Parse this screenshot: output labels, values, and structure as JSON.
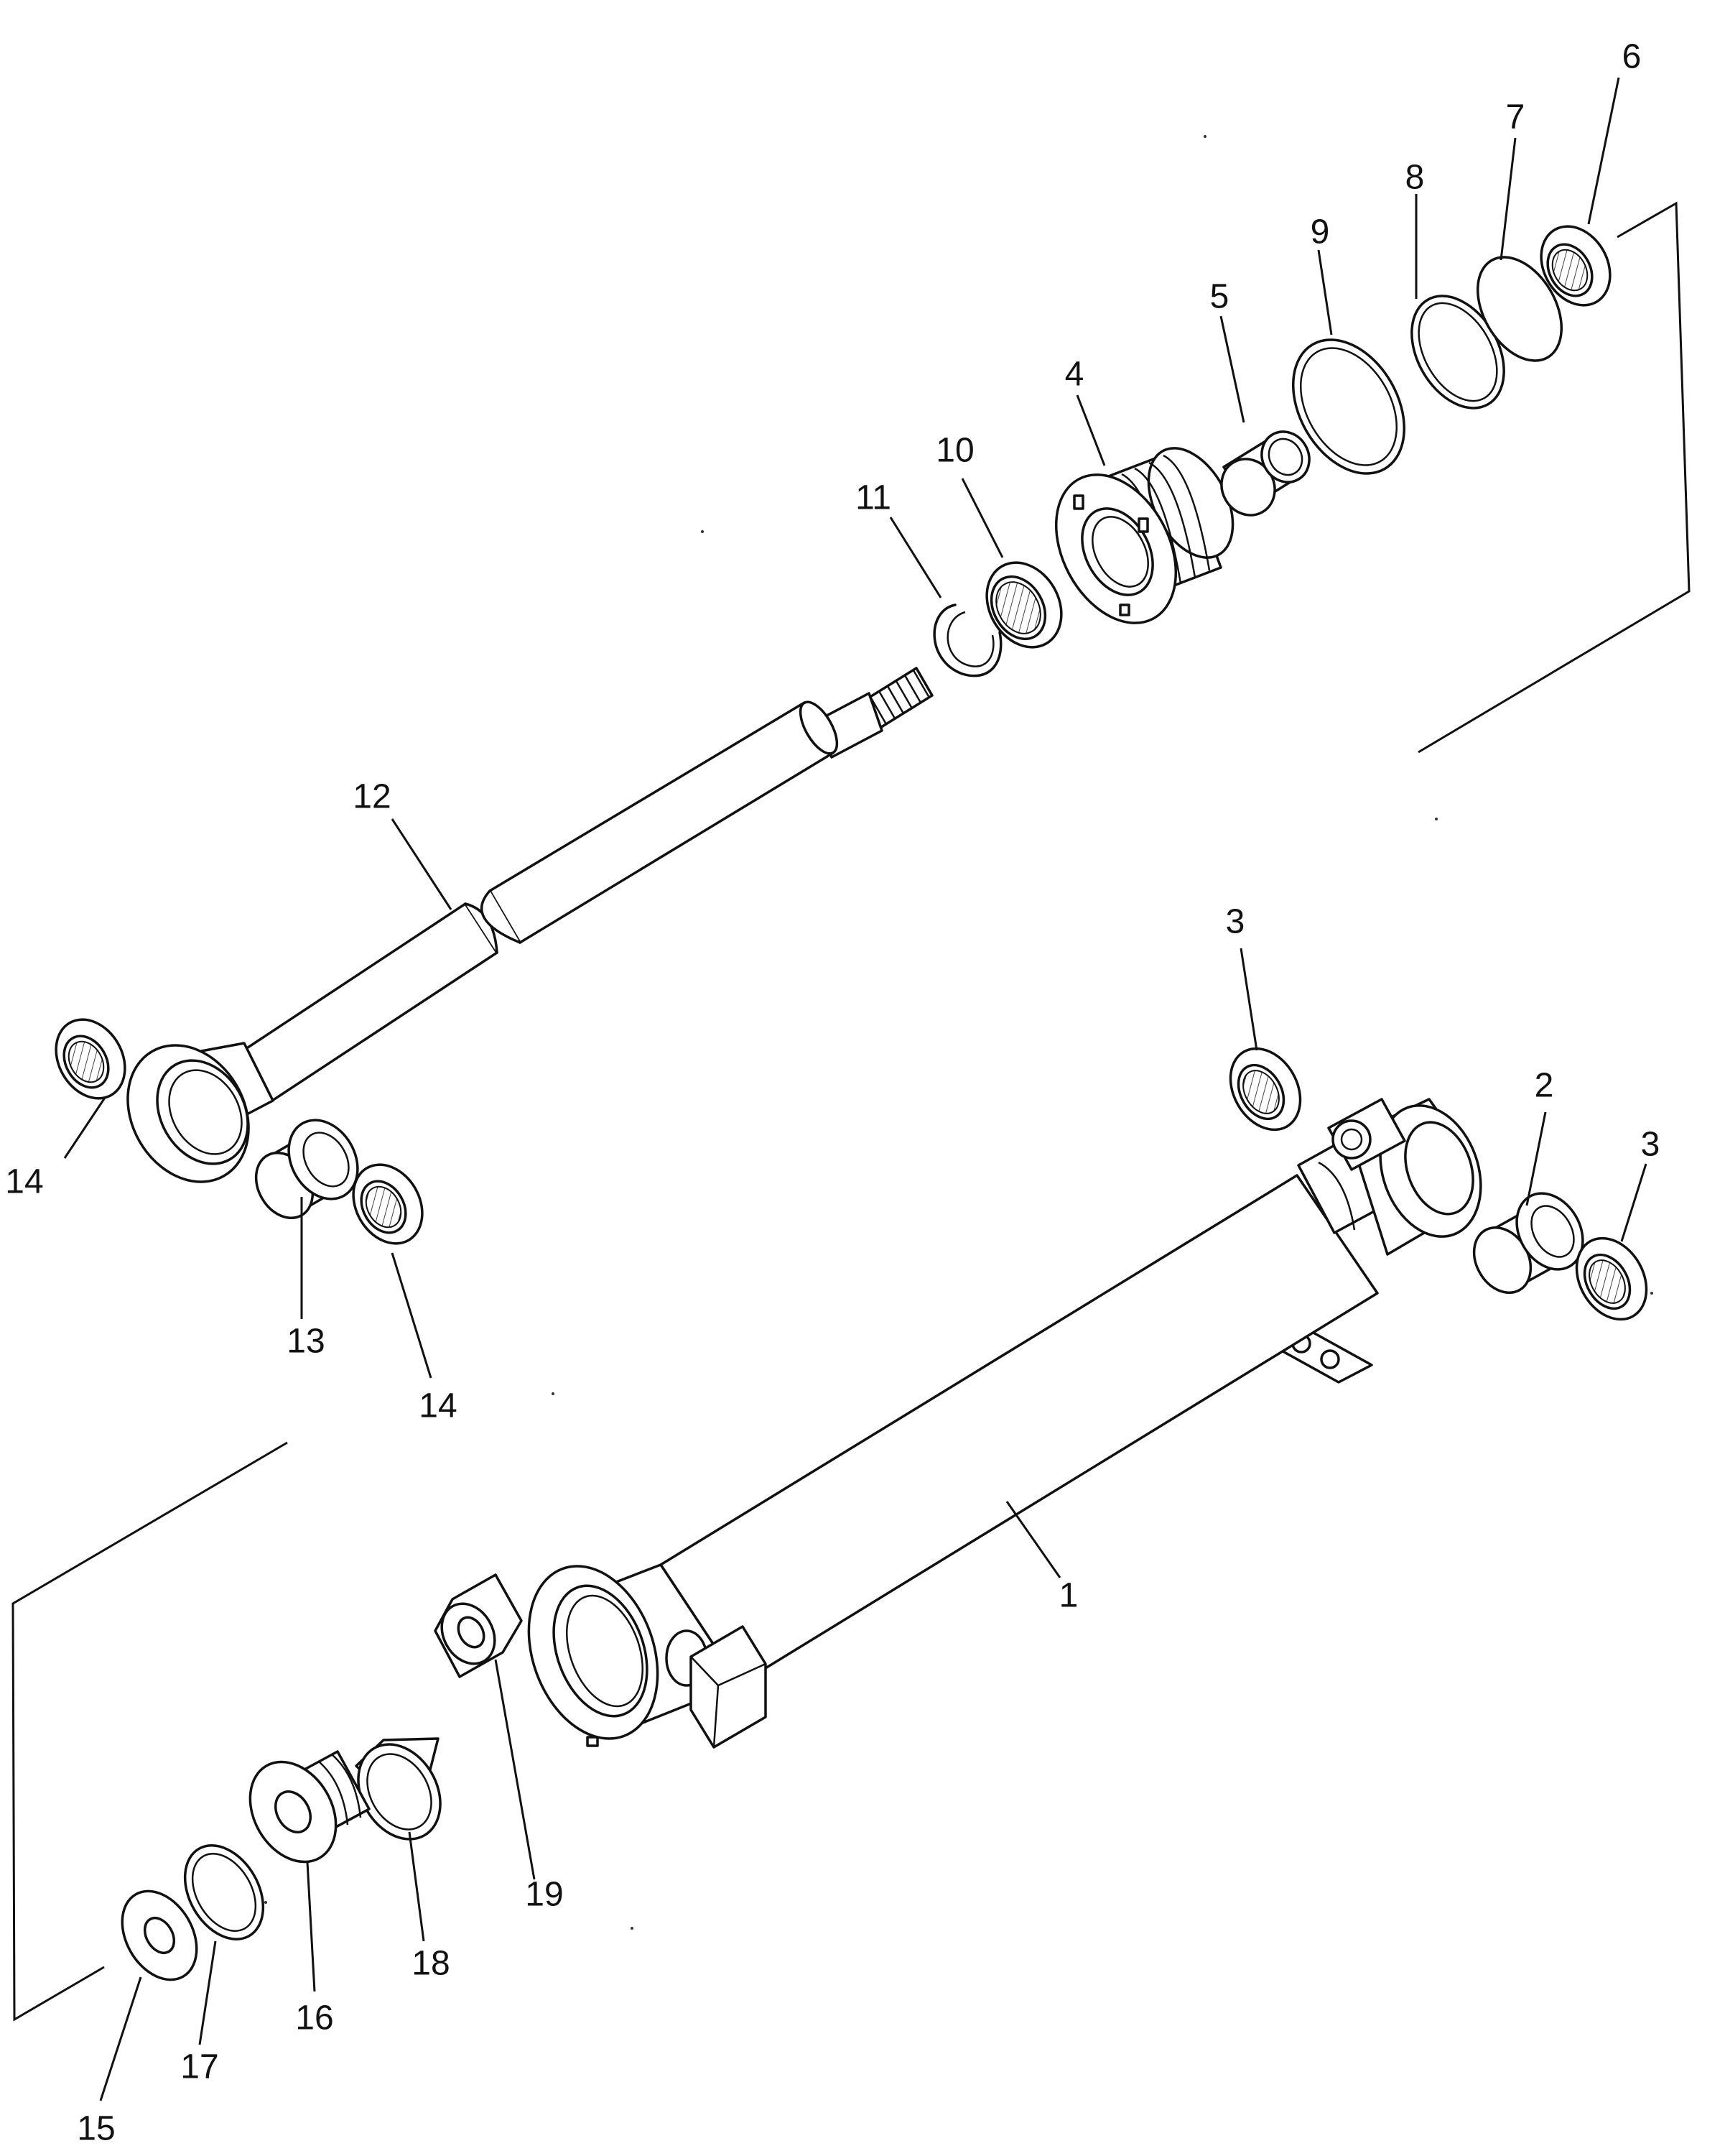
{
  "diagram": {
    "type": "exploded-parts-view",
    "callouts": [
      "1",
      "2",
      "3",
      "3",
      "4",
      "5",
      "6",
      "7",
      "8",
      "9",
      "10",
      "11",
      "12",
      "13",
      "14",
      "14",
      "15",
      "16",
      "17",
      "18",
      "19"
    ]
  }
}
